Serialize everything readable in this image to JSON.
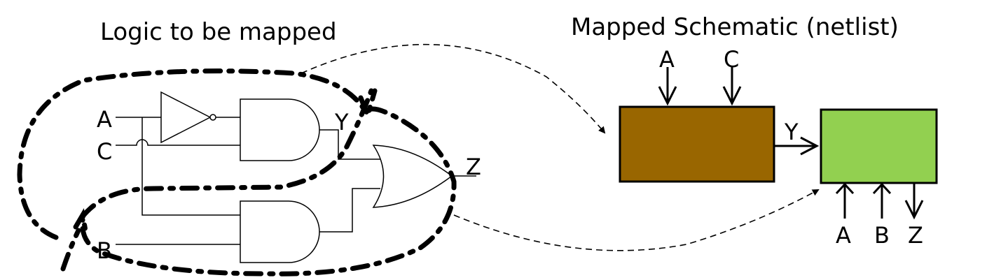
{
  "left_title": "Logic to be mapped",
  "right_title": "Mapped Schematic (netlist)",
  "logic": {
    "input_a": "A",
    "input_c": "C",
    "input_b": "B",
    "signal_y": "Y",
    "output_z": "Z"
  },
  "netlist": {
    "block1": {
      "color": "#996600",
      "inputs": [
        "A",
        "C"
      ],
      "output": "Y"
    },
    "block2": {
      "color": "#92D050",
      "inputs": [
        "A",
        "B"
      ],
      "output": "Z"
    }
  }
}
